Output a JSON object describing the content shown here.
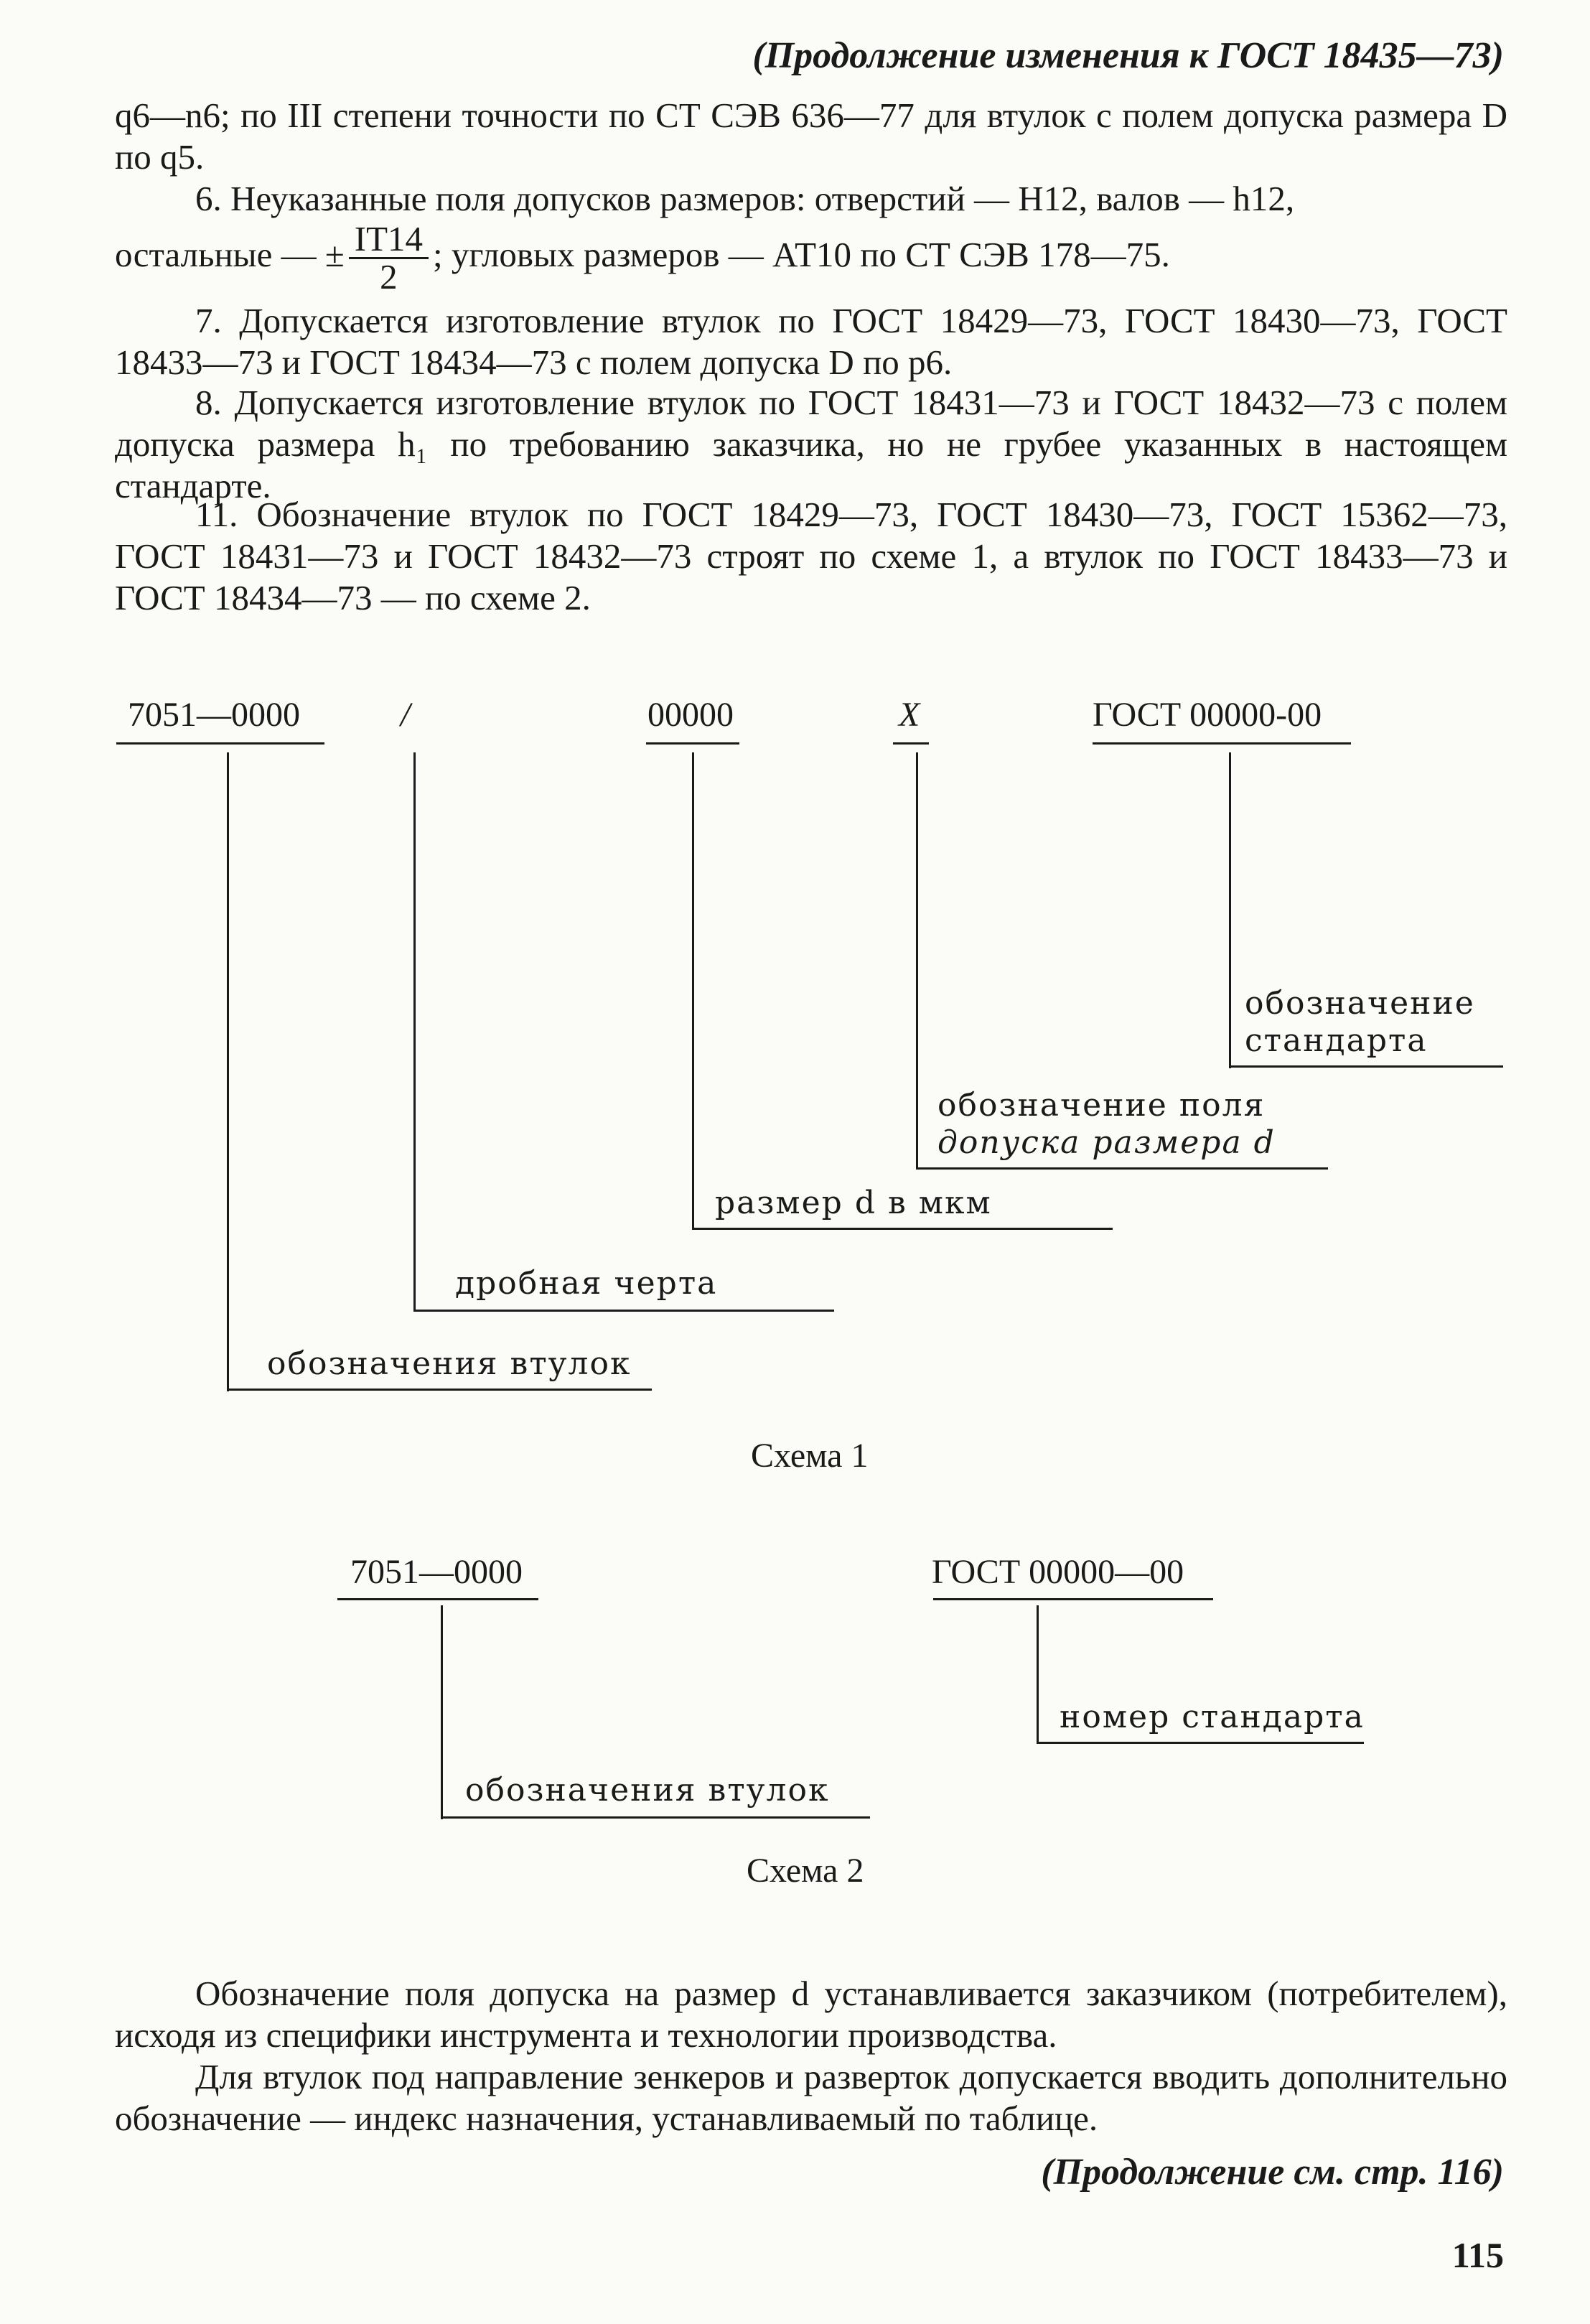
{
  "header": "(Продолжение изменения к ГОСТ 18435—73)",
  "intro": "q6—n6; по III степени точности по СТ СЭВ 636—77 для втулок с полем допуска размера D по q5.",
  "p6": {
    "line1": "6. Неуказанные поля допусков размеров: отверстий — H12, валов — h12,",
    "pre": "остальные — ±",
    "num": "IT14",
    "den": "2",
    "post": "; угловых размеров — АТ10 по СТ СЭВ 178—75."
  },
  "p7": "7. Допускается изготовление втулок по ГОСТ 18429—73, ГОСТ 18430—73, ГОСТ 18433—73 и ГОСТ 18434—73 с полем допуска D по p6.",
  "p8": "8. Допускается изготовление втулок по ГОСТ 18431—73 и ГОСТ 18432—73 с полем допуска размера h₁ по требованию заказчика, но не грубее указанных в настоящем стандарте.",
  "p11": "11. Обозначение втулок по ГОСТ 18429—73, ГОСТ 18430—73, ГОСТ 15362—73, ГОСТ 18431—73 и ГОСТ 18432—73 строят по схеме 1, а втулок по ГОСТ 18433—73 и ГОСТ 18434—73 — по схеме 2.",
  "scheme1": {
    "codes": [
      "7051—0000",
      "/",
      "00000",
      "X",
      "ГОСТ 00000-00"
    ],
    "labels": [
      "обозначения втулок",
      "дробная черта",
      "размер d в мкм",
      "обозначение поля",
      "допуска размера d",
      "обозначение",
      "стандарта"
    ],
    "caption": "Схема 1"
  },
  "scheme2": {
    "codes": [
      "7051—0000",
      "ГОСТ 00000—00"
    ],
    "labels": [
      "обозначения втулок",
      "номер стандарта"
    ],
    "caption": "Схема 2"
  },
  "after1": "Обозначение поля допуска на размер d устанавливается заказчиком (потребителем), исходя из специфики инструмента и технологии производства.",
  "after2": "Для втулок под направление зенкеров и разверток допускается вводить дополнительно обозначение — индекс назначения, устанавливаемый по таблице.",
  "footer": "(Продолжение см. стр. 116)",
  "page_number": "115"
}
